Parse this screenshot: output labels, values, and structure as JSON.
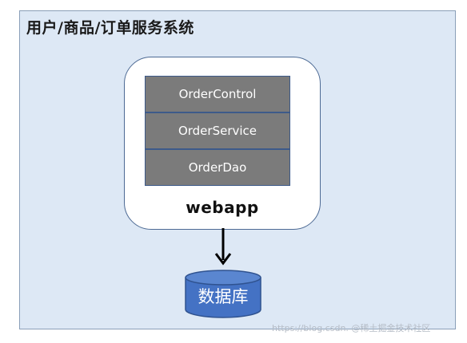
{
  "diagram": {
    "system_title": "用户/商品/订单服务系统",
    "layers": [
      "OrderControl",
      "OrderService",
      "OrderDao"
    ],
    "webapp_label": "webapp",
    "database_label": "数据库",
    "watermark": "https://blog.csdn. @稀土掘金技术社区"
  },
  "colors": {
    "background_frame": "#dde8f5",
    "layer_fill": "#7b7b7b",
    "database_fill": "#4472c4"
  },
  "icons": {
    "arrow": "arrow-down-icon",
    "database": "database-cylinder-icon"
  }
}
